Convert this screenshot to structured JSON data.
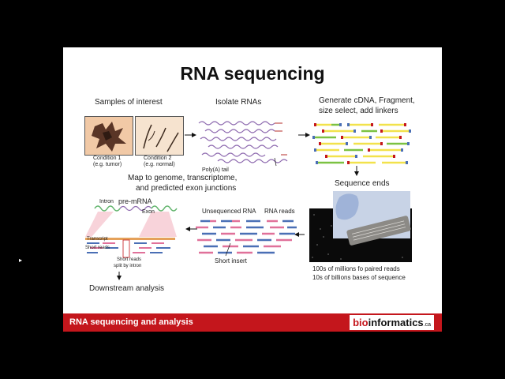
{
  "slide": {
    "title": "RNA sequencing",
    "footer_title": "RNA sequencing and analysis",
    "logo": {
      "part1": "bio",
      "part2": "informatics",
      "part3": ".ca"
    }
  },
  "steps": {
    "samples": "Samples of interest",
    "condition1": "Condition 1",
    "condition1_sub": "(e.g. tumor)",
    "condition2": "Condition 2",
    "condition2_sub": "(e.g. normal)",
    "isolate": "Isolate RNAs",
    "polya": "Poly(A) tail",
    "generate_line1": "Generate cDNA, Fragment,",
    "generate_line2": "size select, add linkers",
    "sequence_ends": "Sequence ends",
    "reads_line1": "100s of millions fo paired reads",
    "reads_line2": "10s of billions bases of sequence",
    "map_line1": "Map to genome, transcriptome,",
    "map_line2": "and predicted exon junctions",
    "unsequenced": "Unsequenced RNA",
    "rna_reads": "RNA reads",
    "short_insert": "Short insert",
    "intron": "Intron",
    "pre_mrna": "pre-mRNA",
    "exon": "Exon",
    "transcript": "Transcript",
    "short_reads": "Short reads",
    "split_line1": "Short reads",
    "split_line2": "split by intron",
    "downstream": "Downstream analysis"
  },
  "colors": {
    "footer": "#c4161c",
    "read_blue": "#4a6fb5",
    "read_pink": "#e0719a",
    "fragment_yellow": "#f2e24c",
    "fragment_green": "#7cc242",
    "rna_purple": "#8f6bb0",
    "exon_green": "#5fb36a"
  }
}
